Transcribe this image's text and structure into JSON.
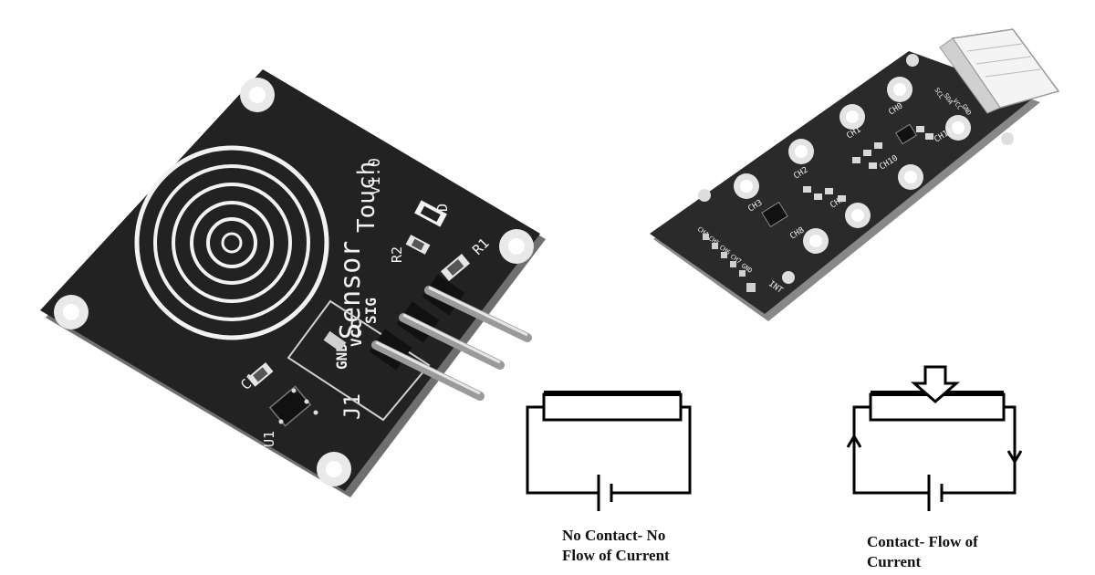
{
  "touch_sensor": {
    "board_title_1": "Touch",
    "board_title_2": "Sensor",
    "version": "v1.0",
    "designators": {
      "r1": "R1",
      "r2": "R2",
      "c1": "C1",
      "u1": "U1",
      "j1": "J1",
      "d": "D"
    },
    "pins": {
      "sig": "SIG",
      "vcc": "VCC",
      "gnd": "GND"
    }
  },
  "capacitive_board": {
    "channels": [
      "CH0",
      "CH1",
      "CH2",
      "CH3",
      "CH8",
      "CH9",
      "CH10",
      "CH11"
    ],
    "side_pins": [
      "CH4",
      "CH5",
      "CH6",
      "CH7",
      "GND"
    ],
    "connector_pins": [
      "SCL",
      "SDA",
      "VCC",
      "GND"
    ],
    "int_label": "INT"
  },
  "diagrams": {
    "no_contact": {
      "caption_line1": "No Contact- No",
      "caption_line2": "Flow of Current"
    },
    "contact": {
      "caption_line1": "Contact- Flow of",
      "caption_line2": "Current"
    }
  },
  "colors": {
    "board": "#222222",
    "silkscreen": "#f2f2f2",
    "wire": "#000000",
    "background": "#ffffff"
  }
}
